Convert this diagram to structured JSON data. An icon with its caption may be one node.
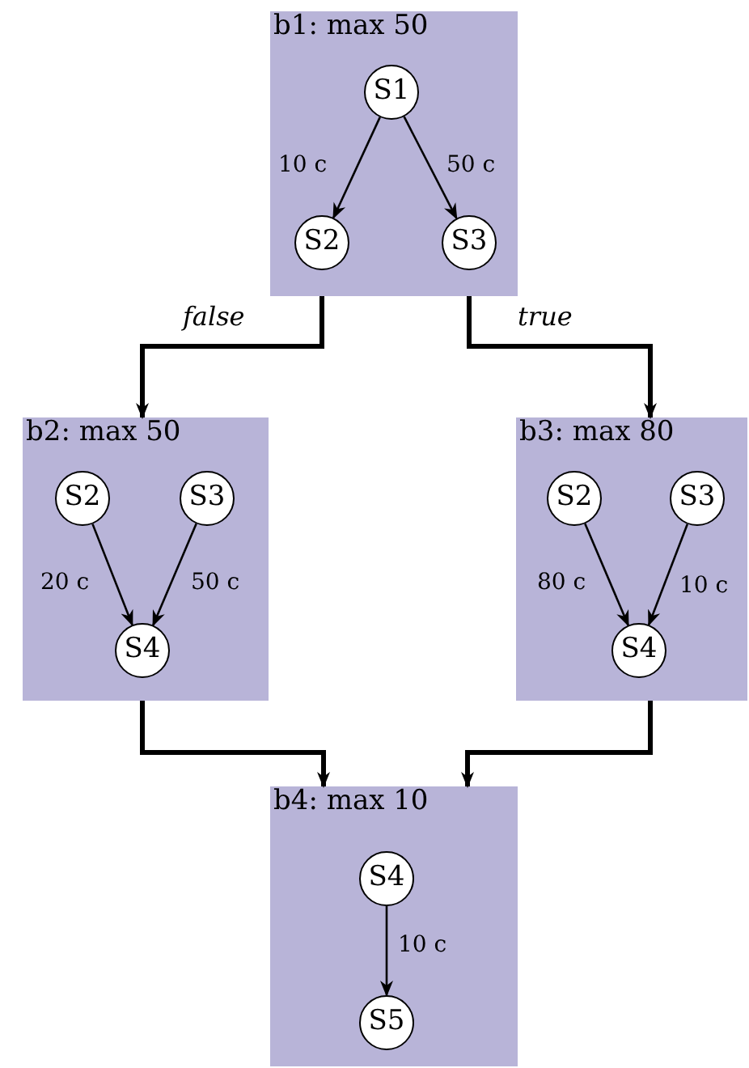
{
  "diagram": {
    "nodes": [
      {
        "text": [
          "b1: max 50"
        ]
      },
      {
        "text": [
          "S1"
        ],
        "in": 0
      },
      {
        "text": [
          "S2"
        ],
        "in": 0
      },
      {
        "text": [
          "S3"
        ],
        "in": 0
      },
      {
        "text": [
          "b2: max 50"
        ]
      },
      {
        "text": [
          "S2"
        ],
        "in": 4
      },
      {
        "text": [
          "S3"
        ],
        "in": 4
      },
      {
        "text": [
          "S4"
        ],
        "in": 4
      },
      {
        "text": [
          "b3: max 80"
        ]
      },
      {
        "text": [
          "S2"
        ],
        "in": 8
      },
      {
        "text": [
          "S3"
        ],
        "in": 8
      },
      {
        "text": [
          "S4"
        ],
        "in": 8
      },
      {
        "text": [
          "b4: max 10"
        ]
      },
      {
        "text": [
          "S4"
        ],
        "in": 12
      },
      {
        "text": [
          "S5"
        ],
        "in": 12
      }
    ],
    "edges": [
      {
        "from": 1,
        "to": 2,
        "arrow": "to",
        "label": "10 c"
      },
      {
        "from": 1,
        "to": 3,
        "arrow": "to",
        "label": "50 c"
      },
      {
        "from": 5,
        "to": 7,
        "arrow": "to",
        "label": "20 c"
      },
      {
        "from": 6,
        "to": 7,
        "arrow": "to",
        "label": "50 c"
      },
      {
        "from": 9,
        "to": 11,
        "arrow": "to",
        "label": "80 c"
      },
      {
        "from": 10,
        "to": 11,
        "arrow": "to",
        "label": "10 c"
      },
      {
        "from": 13,
        "to": 14,
        "arrow": "to",
        "label": "10 c"
      },
      {
        "from": 0,
        "to": 4,
        "arrow": "to",
        "label": "false",
        "style": "thick"
      },
      {
        "from": 0,
        "to": 8,
        "arrow": "to",
        "label": "true",
        "style": "thick"
      },
      {
        "from": 4,
        "to": 12,
        "arrow": "to",
        "style": "thick"
      },
      {
        "from": 8,
        "to": 12,
        "arrow": "to",
        "style": "thick"
      }
    ]
  }
}
